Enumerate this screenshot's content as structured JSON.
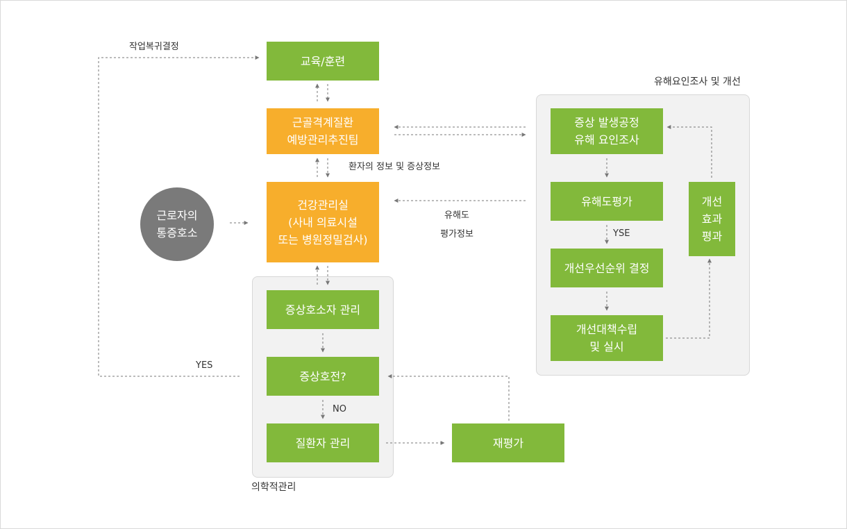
{
  "diagram": {
    "groups": {
      "hazard": {
        "label": "유해요인조사 및 개선"
      },
      "medical": {
        "label": "의학적관리"
      }
    },
    "nodes": {
      "education": "교육/훈련",
      "committee": "근골격계질환\n예방관리추진팀",
      "health_room": "건강관리실\n(사내 의료시설\n또는 병원정밀검사)",
      "worker": "근로자의\n통증호소",
      "symptom_mgmt": "증상호소자 관리",
      "improved_q": "증상호전?",
      "patient_mgmt": "질환자 관리",
      "reeval": "재평가",
      "survey": "증상 발생공정\n유해 요인조사",
      "hazard_eval": "유해도평가",
      "priority": "개선우선순위 결정",
      "measures": "개선대책수립\n및 실시",
      "effect": "개선\n효과\n평과"
    },
    "edge_labels": {
      "return_to_work": "작업복귀결정",
      "patient_info": "환자의 정보 및 증상정보",
      "hazard_info": "유해도\n평가정보",
      "yes": "YES",
      "no": "NO",
      "yse": "YSE"
    },
    "colors": {
      "green": "#82b93b",
      "orange": "#f7ae2c",
      "gray_circle": "#7a7a7a",
      "group_bg": "#f2f2f2",
      "arrow": "#777777"
    }
  }
}
